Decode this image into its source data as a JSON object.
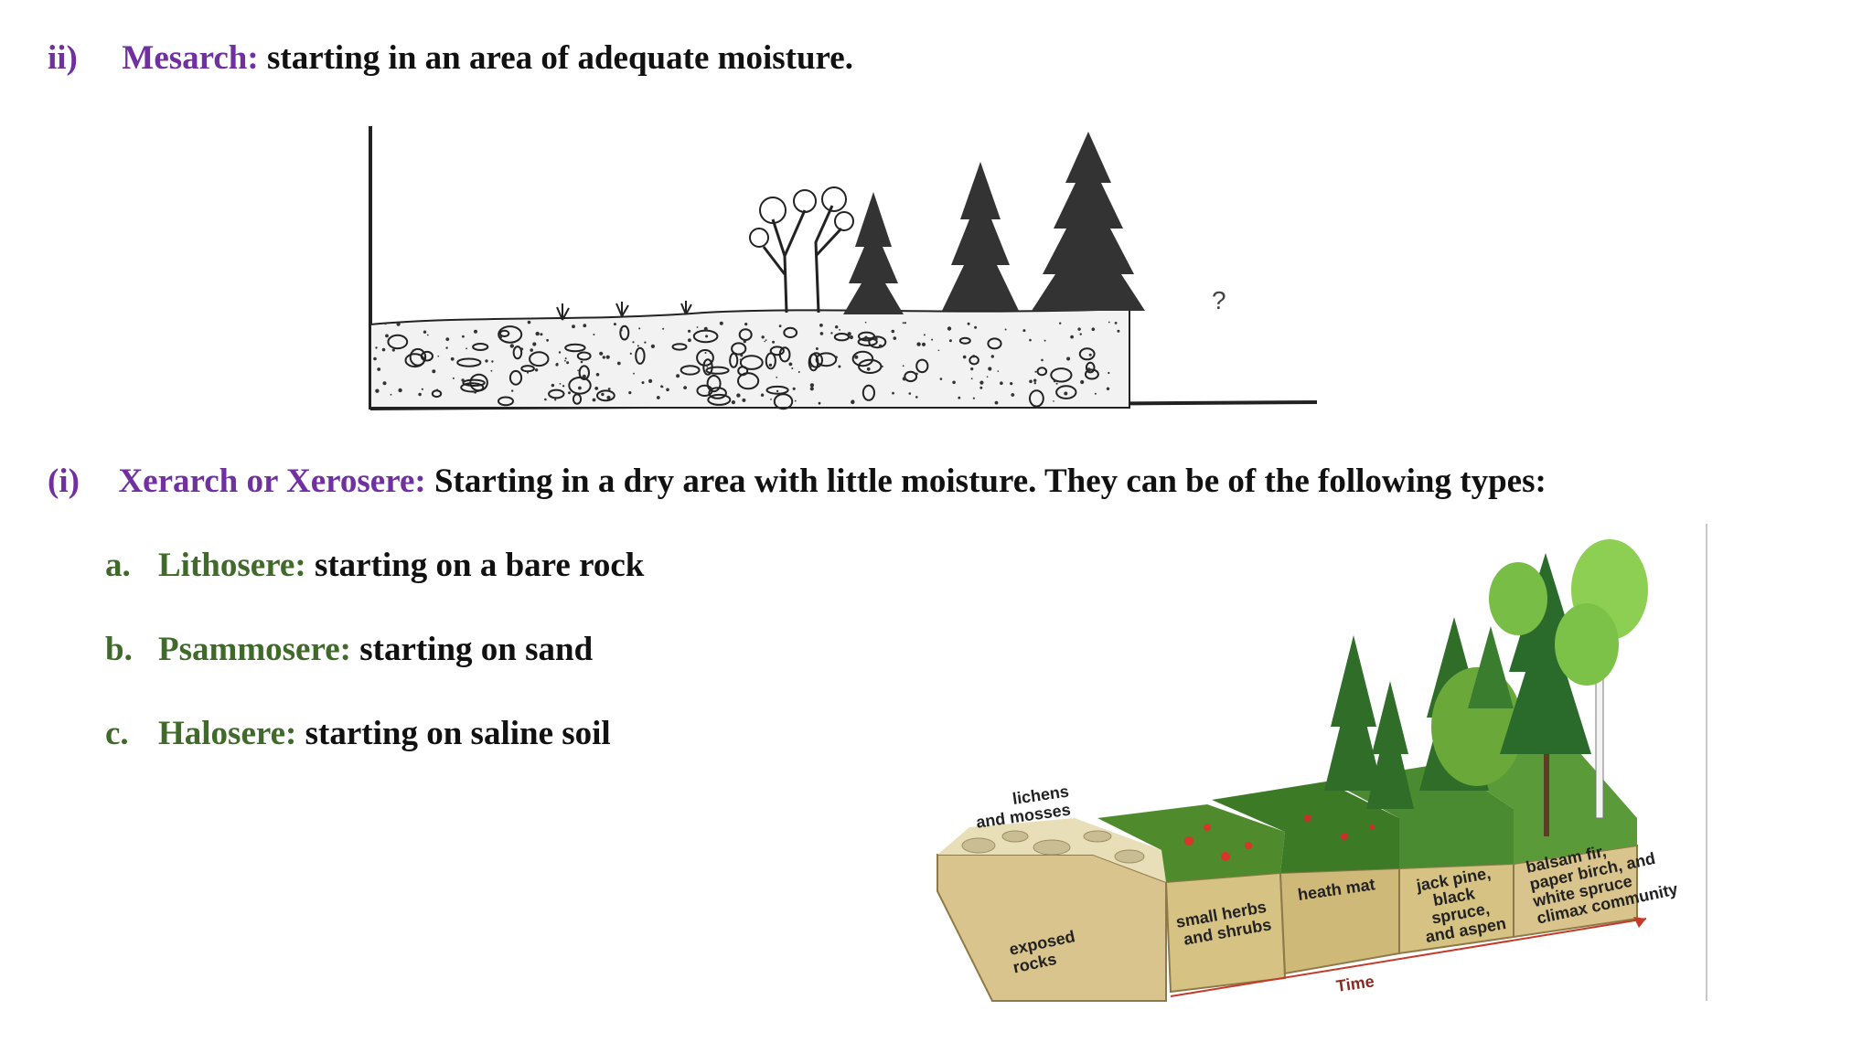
{
  "mesarch": {
    "number": "ii)",
    "term": "Mesarch:",
    "description": "starting in an area of adequate moisture."
  },
  "mesarch_figure": {
    "question_mark": "?"
  },
  "xerarch": {
    "number": "(i)",
    "term": "Xerarch or Xerosere:",
    "description": "Starting in a dry area with little moisture. They can be of the following types:",
    "types": [
      {
        "letter": "a.",
        "term": "Lithosere:",
        "description": "starting on a bare rock"
      },
      {
        "letter": "b.",
        "term": "Psammosere:",
        "description": "starting on sand"
      },
      {
        "letter": "c.",
        "term": "Halosere:",
        "description": "starting on saline soil"
      }
    ]
  },
  "xerarch_figure": {
    "labels": {
      "lichens_line1": "lichens",
      "lichens_line2": "and mosses",
      "exposed_line1": "exposed",
      "exposed_line2": "rocks",
      "herbs_line1": "small herbs",
      "herbs_line2": "and shrubs",
      "heath": "heath mat",
      "pine_line1": "jack pine,",
      "pine_line2": "black",
      "pine_line3": "spruce,",
      "pine_line4": "and aspen",
      "climax_line1": "balsam fir,",
      "climax_line2": "paper birch, and",
      "climax_line3": "white spruce",
      "climax_line4": "climax community",
      "time": "Time"
    }
  }
}
